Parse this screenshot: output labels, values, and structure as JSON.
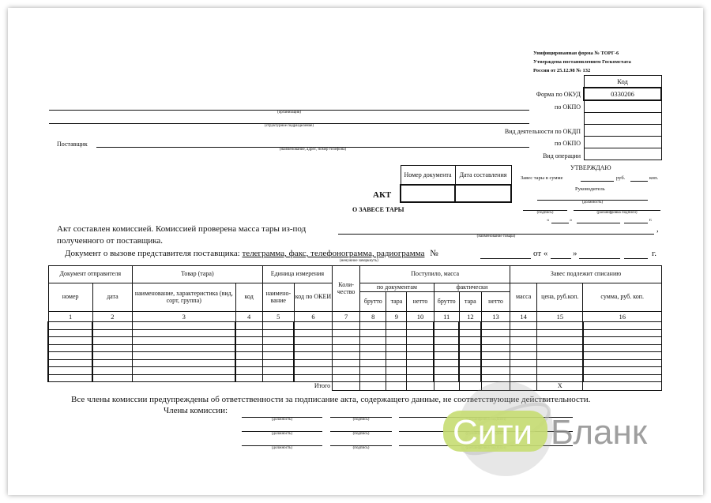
{
  "header": {
    "form_title": "Унифицированная форма № ТОРГ-6",
    "approved_line1": "Утверждена постановлением Госкомстата",
    "approved_line2": "России от 25.12.98 № 132",
    "code_header": "Код",
    "okud_label": "Форма по ОКУД",
    "okud_value": "0330206",
    "okpo_label": "по ОКПО",
    "okdp_label": "Вид деятельности по ОКДП",
    "okpo2_label": "по ОКПО",
    "operation_label": "Вид операции"
  },
  "left_fields": {
    "org_caption": "(организация)",
    "dept_caption": "(структурное подразделение)",
    "supplier_label": "Поставщик",
    "supplier_caption": "(наименование, адрес, номер телефона)"
  },
  "doc_box": {
    "number_label": "Номер документа",
    "date_label": "Дата составления"
  },
  "title": {
    "act": "АКТ",
    "subtitle": "О ЗАВЕСЕ ТАРЫ"
  },
  "approve": {
    "title": "УТВЕРЖДАЮ",
    "sum_text": "Завес тары в сумме",
    "rub": "руб.",
    "kop": "коп.",
    "head": "Руководитель",
    "position_caption": "(должность)",
    "sign_caption": "(подпись)",
    "decode_caption": "(расшифровка подписи)",
    "date_open": "«",
    "date_close": "»",
    "year": "г."
  },
  "body": {
    "line1": "Акт составлен комиссией. Комиссией проверена масса тары из-под",
    "line1_end": ",",
    "goods_caption": "(наименование товара)",
    "line2": "полученного от поставщика.",
    "line3": "Документ о вызове представителя поставщика:",
    "line3_underlined": "телеграмма, факс, телефонограмма, радиограмма",
    "no": "№",
    "from": "от «",
    "close_quote": "»",
    "year": "г.",
    "cross_caption": "(ненужное зачеркнуть)"
  },
  "table": {
    "doc_sender": "Документ отправителя",
    "goods": "Товар (тара)",
    "unit": "Единица измерения",
    "qty": "Коли-чество",
    "received": "Поступило, масса",
    "writeoff": "Завес подлежит списанию",
    "num": "номер",
    "date": "дата",
    "name_char": "наименование, характеристика (вид, сорт, группа)",
    "code": "код",
    "unit_name": "наимено-вание",
    "okei": "код по ОКЕИ",
    "by_docs": "по документам",
    "actual": "фактически",
    "brutto": "брутто",
    "tara": "тара",
    "netto": "нетто",
    "mass": "масса",
    "price": "цена, руб.коп.",
    "sum": "сумма, руб. коп.",
    "col_numbers": [
      "1",
      "2",
      "3",
      "4",
      "5",
      "6",
      "7",
      "8",
      "9",
      "10",
      "11",
      "12",
      "13",
      "14",
      "15",
      "16"
    ],
    "total": "Итого",
    "x": "X"
  },
  "footer": {
    "warning": "Все члены комиссии предупреждены об ответственности за подписание акта, содержащего данные, не соответствующие действительности.",
    "members": "Члены комиссии:",
    "position_caption": "(должность)",
    "sign_caption": "(подпись)",
    "decode_caption": "(расшифровка подписи)"
  },
  "watermark": {
    "part1": "Сити",
    "part2": "Бланк"
  }
}
